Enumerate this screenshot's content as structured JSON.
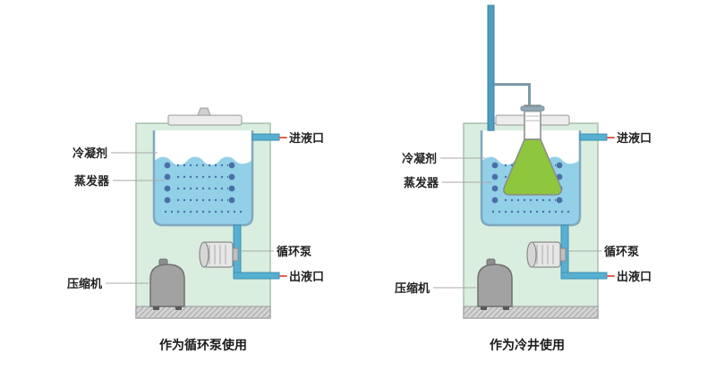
{
  "diagrams": {
    "left": {
      "caption": "作为循环泵使用",
      "labels": {
        "coolant": "冷凝剂",
        "evaporator": "蒸发器",
        "compressor": "压缩机",
        "inlet": "进液口",
        "pump": "循环泵",
        "outlet": "出液口"
      }
    },
    "right": {
      "caption": "作为冷井使用",
      "labels": {
        "coolant": "冷凝剂",
        "evaporator": "蒸发器",
        "compressor": "压缩机",
        "inlet": "进液口",
        "pump": "循环泵",
        "outlet": "出液口"
      }
    }
  },
  "colors": {
    "cabinet_fill": "#d9eede",
    "tank_liquid": "#92d0e8",
    "pipe": "#57b0d2",
    "evaporator_dot": "#4a6fa5",
    "flask_liquid": "#8ec63e",
    "stand_pole": "#4e9dc0",
    "tick_red": "#e8604f"
  }
}
